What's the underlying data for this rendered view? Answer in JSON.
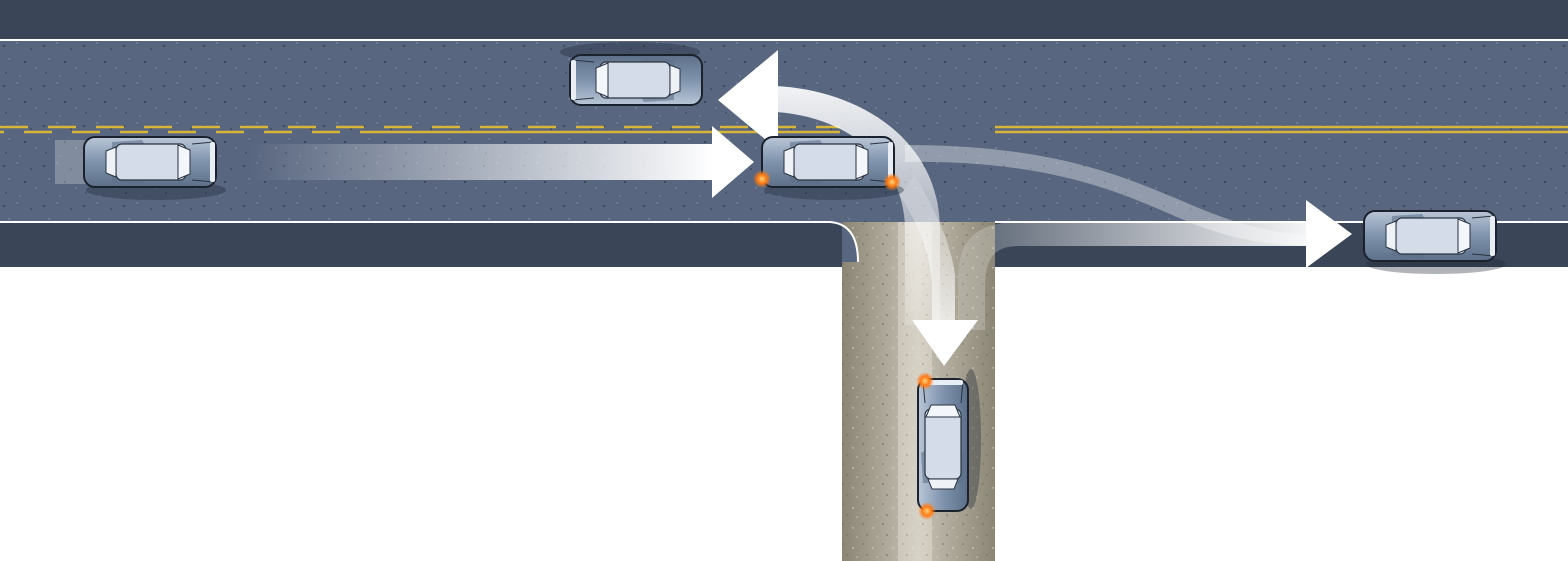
{
  "diagram": {
    "type": "traffic-maneuver-illustration",
    "background_color": "#ffffff",
    "road_color": "#58667f",
    "shoulder_color": "#3a4658",
    "road_edge_line_color": "#ffffff",
    "center_line_color": "#d8b53a",
    "side_road_color": "#9a9484",
    "vehicle_body_color": "#7f93ad",
    "vehicle_highlight_color": "#e9eef5",
    "turn_signal_color": "#ff7a12",
    "arrow_color": "#ffffff"
  },
  "vehicles": [
    {
      "id": "car-westbound-top",
      "direction": "west",
      "signal": "none"
    },
    {
      "id": "car-approaching-left",
      "direction": "east",
      "signal": "none"
    },
    {
      "id": "car-turning-left-into-side-road",
      "direction": "east",
      "signal": "left"
    },
    {
      "id": "car-exiting-side-road",
      "direction": "north",
      "signal": "left"
    },
    {
      "id": "car-eastbound-right",
      "direction": "east",
      "signal": "none"
    }
  ],
  "maneuvers": [
    {
      "id": "straight-approach",
      "icon": "arrow-straight-icon"
    },
    {
      "id": "left-turn-from-side-road",
      "icon": "arrow-curve-left-icon"
    },
    {
      "id": "right-turn-from-side-road",
      "icon": "arrow-curve-right-icon"
    },
    {
      "id": "turn-into-side-road",
      "icon": "arrow-curve-down-icon"
    }
  ]
}
